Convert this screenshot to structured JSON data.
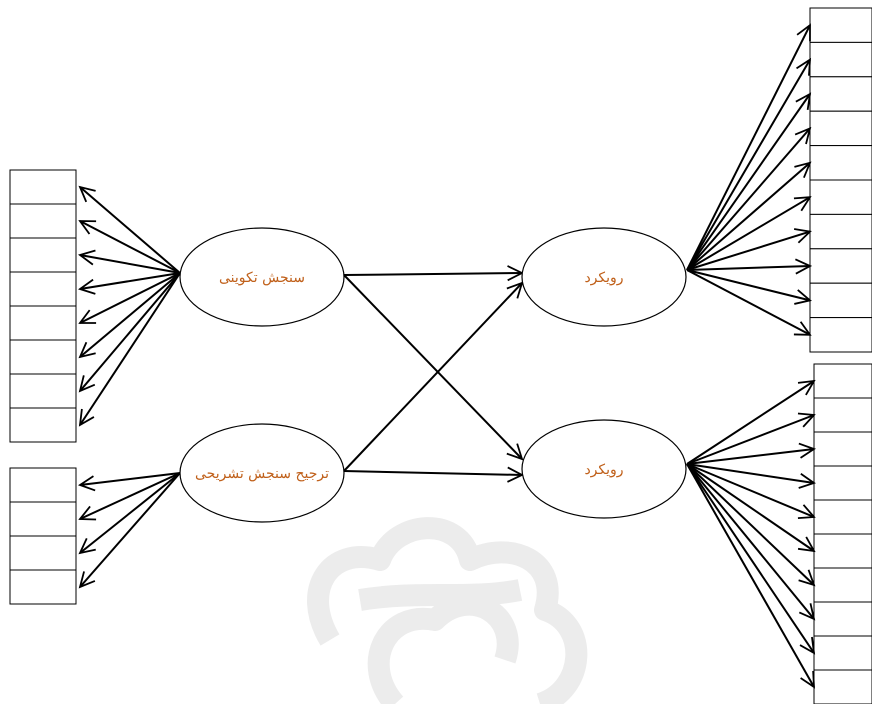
{
  "diagram": {
    "nodes": [
      {
        "id": "formative",
        "label": "سنجش تکوینی"
      },
      {
        "id": "summative",
        "label": "ترجیح سنجش تشریحی"
      },
      {
        "id": "approach_top",
        "label": "رویکرد"
      },
      {
        "id": "approach_bottom",
        "label": "رویکرد"
      }
    ],
    "indicator_groups": [
      {
        "node": "formative",
        "count": 8
      },
      {
        "node": "summative",
        "count": 4
      },
      {
        "node": "approach_top",
        "count": 10
      },
      {
        "node": "approach_bottom",
        "count": 10
      }
    ],
    "paths": [
      {
        "from": "formative",
        "to": "approach_top"
      },
      {
        "from": "formative",
        "to": "approach_bottom"
      },
      {
        "from": "summative",
        "to": "approach_top"
      },
      {
        "from": "summative",
        "to": "approach_bottom"
      }
    ]
  },
  "colors": {
    "label": "#c0601a",
    "stroke": "#000000",
    "watermark": "#ececec"
  },
  "icons": {
    "watermark": "university-seal-watermark"
  }
}
